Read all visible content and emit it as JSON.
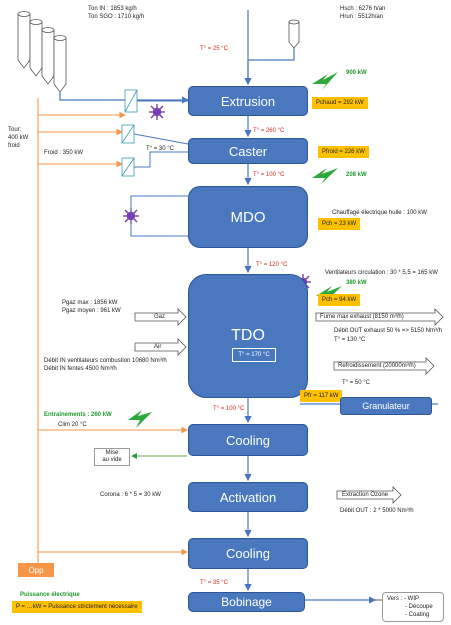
{
  "top_left": {
    "line1": "Ton IN : 1853 kg/h",
    "line2": "Ton SGO : 1710 kg/h"
  },
  "top_right": {
    "line1": "Hsch : 6276 h/an",
    "line2": "Hrun : 5512h/an"
  },
  "temps": {
    "t_extrusion_in": "T° = 25 °C",
    "t_caster_in": "T° = 260 °C",
    "t_caster_cool": "T° = 30 °C",
    "t_mdo_in": "T° = 100 °C",
    "t_tdo_in": "T° = 120 °C",
    "t_tdo_inside": "T° = 170 °C",
    "t_cooling_in": "T° = 100 °C",
    "t_bobinage_in": "T° = 35 °C"
  },
  "power_green": {
    "extrusion": "900 kW",
    "caster": "208 kW",
    "tdo": "380 kW",
    "entrainements": "Entraînements : 260 kW",
    "legend_title": "Puissance électrique"
  },
  "power_boxes": {
    "extrusion": "Pchaud = 292 kW",
    "caster": "Pfroid = 226 kW",
    "mdo": "Pch = 23 kW",
    "tdo": "Pch = 94 kW",
    "tdo_cool": "Pfr = 117 kW",
    "legend": "P = …kW = Puissance strictement nécessaire"
  },
  "left_labels": {
    "tour1": "Tour:",
    "tour2": "400 kW",
    "tour3": "froid",
    "froid": "Froid : 350 kW",
    "clim": "Clim 20 °C",
    "corona": "Corona : 6 * 5 = 30 kW"
  },
  "process": {
    "extrusion": "Extrusion",
    "caster": "Caster",
    "mdo": "MDO",
    "tdo": "TDO",
    "cooling1": "Cooling",
    "activation": "Activation",
    "cooling2": "Cooling",
    "bobinage": "Bobinage",
    "granulateur": "Granulateur"
  },
  "mdo_notes": {
    "chauffage": "Chauffage électrique huile : 100 kW"
  },
  "tdo_notes": {
    "ventilateurs": "Ventilateurs circulation : 30 * 5,5 = 165 kW",
    "pgaz_max": "Pgaz max : 1856 kW",
    "pgaz_moyen": "Pgaz moyen : 961 kW",
    "gaz": "Gaz",
    "air": "Air",
    "debit_vent": "Débit IN ventilateurs combustion 10680 Nm³/h",
    "debit_fentes": "Débit IN fentes 4500 Nm³/h",
    "fume_exhaust": "Fume max exhaust (8150 m³/h)",
    "debit_out_exhaust": "Débit OUT exhaust 50 %  => 5150 Nm³/h",
    "t_exhaust": "T° = 130 °C",
    "refroidissement": "Refroidissement (20000m³/h)",
    "t_refroid": "T° = 50 °C"
  },
  "cooling_notes": {
    "mise_line1": "Mise",
    "mise_line2": "au vide"
  },
  "activation_notes": {
    "extraction": "Extraction Ozone",
    "debit_out": "Débit OUT : 2 *  5000 Nm³/h"
  },
  "opp": "Opp",
  "vers": {
    "title": "Vers : - WIP",
    "item2": "- Découpe",
    "item3": "- Coating"
  }
}
